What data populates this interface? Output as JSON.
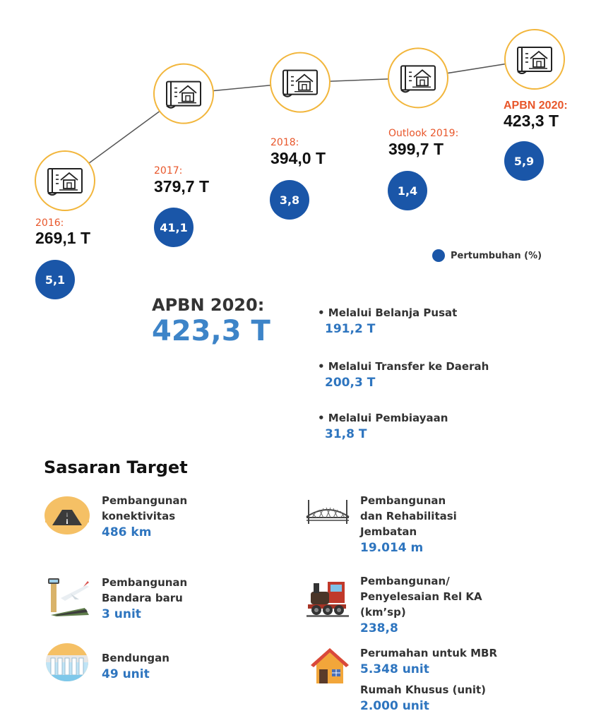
{
  "chart_data": {
    "type": "line",
    "categories": [
      "2016:",
      "2017:",
      "2018:",
      "Outlook 2019:",
      "APBN 2020:"
    ],
    "series": [
      {
        "name": "",
        "values": [
          269.1,
          379.7,
          394.0,
          399.7,
          423.3
        ]
      }
    ],
    "value_labels": [
      "269,1 T",
      "379,7 T",
      "394,0 T",
      "399,7 T",
      "423,3 T"
    ],
    "growth_labels": [
      "5,1",
      "41,1",
      "3,8",
      "1,4",
      "5,9"
    ],
    "growth_values": [
      5.1,
      41.1,
      3.8,
      1.4,
      5.9
    ],
    "legend": {
      "label": "Pertumbuhan (%)",
      "placement": "right"
    },
    "grid": false,
    "colors": {
      "line": "#555555",
      "ring": "#f2b63c",
      "growth": "#1a56a8",
      "year": "#e8562a"
    }
  },
  "summary": {
    "label": "APBN 2020:",
    "value": "423,3 T",
    "breakdown": [
      {
        "label": "• Melalui Belanja Pusat",
        "value": "191,2 T"
      },
      {
        "label": "• Melalui Transfer ke Daerah",
        "value": "200,3 T"
      },
      {
        "label": "• Melalui Pembiayaan",
        "value": "31,8 T"
      }
    ]
  },
  "targets": {
    "title": "Sasaran Target",
    "items": [
      {
        "icon": "road-icon",
        "lines": [
          "Pembangunan",
          "konektivitas"
        ],
        "values": [
          "486 km"
        ]
      },
      {
        "icon": "bridge-icon",
        "lines": [
          "Pembangunan",
          "dan Rehabilitasi",
          "Jembatan"
        ],
        "values": [
          "19.014 m"
        ]
      },
      {
        "icon": "airport-icon",
        "lines": [
          "Pembangunan",
          "Bandara baru"
        ],
        "values": [
          "3 unit"
        ]
      },
      {
        "icon": "train-icon",
        "lines": [
          "Pembangunan/",
          "Penyelesaian Rel KA",
          "(km’sp)"
        ],
        "values": [
          "238,8"
        ]
      },
      {
        "icon": "dam-icon",
        "lines": [
          "Bendungan"
        ],
        "values": [
          "49 unit"
        ]
      },
      {
        "icon": "house-icon",
        "lines": [
          "Perumahan untuk MBR"
        ],
        "values": [
          "5.348 unit"
        ]
      },
      {
        "icon": "",
        "lines": [
          "Rumah Khusus (unit)"
        ],
        "values": [
          "2.000 unit"
        ]
      }
    ]
  }
}
